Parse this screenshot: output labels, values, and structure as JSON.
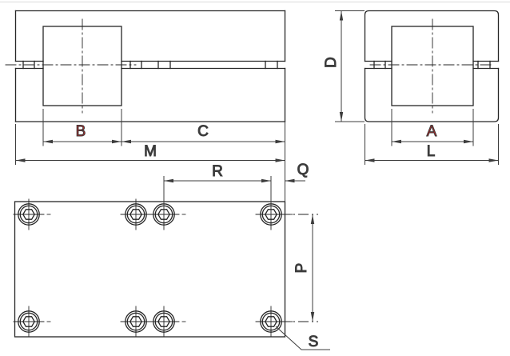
{
  "colors": {
    "background": "#ffffff",
    "line": "#262626",
    "dimension": "#3c3c3c",
    "accent": "#c42020",
    "frame": "#dcdcdc"
  },
  "labels": {
    "front": {
      "width_cavity": "B",
      "width_right": "C",
      "width_total": "M"
    },
    "side": {
      "height_total": "D",
      "width_cavity": "A",
      "width_total": "L"
    },
    "plan": {
      "screw_span": "R",
      "edge_offset": "Q",
      "row_span": "P",
      "screw_ref": "S"
    }
  }
}
